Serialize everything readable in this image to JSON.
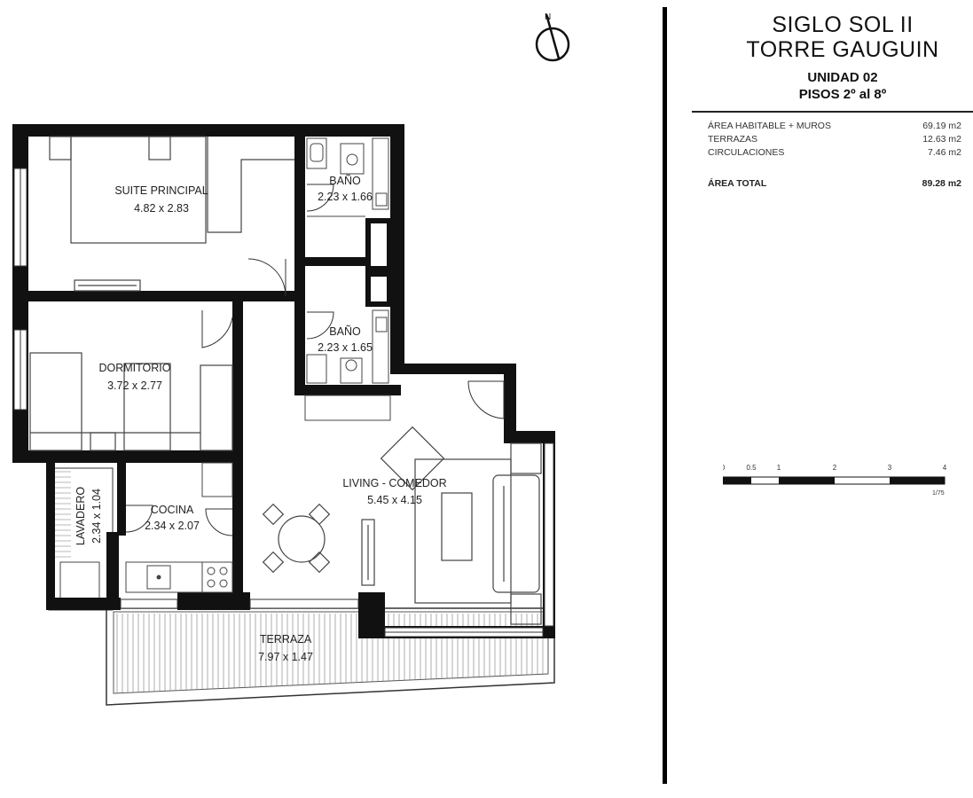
{
  "header": {
    "project": "SIGLO SOL II",
    "tower": "TORRE GAUGUIN",
    "unit": "UNIDAD 02",
    "floors": "PISOS 2º al 8º"
  },
  "areas": [
    {
      "label": "ÁREA HABITABLE + MUROS",
      "value": "69.19 m2"
    },
    {
      "label": "TERRAZAS",
      "value": "12.63 m2"
    },
    {
      "label": "CIRCULACIONES",
      "value": "7.46 m2"
    }
  ],
  "total": {
    "label": "ÁREA TOTAL",
    "value": "89.28 m2"
  },
  "scale_bar": {
    "ticks": [
      "0",
      "0.5",
      "1",
      "2",
      "3",
      "4"
    ],
    "ratio": "1/75"
  },
  "rooms": {
    "suite": {
      "name": "SUITE PRINCIPAL",
      "dims": "4.82 x 2.83"
    },
    "bath1": {
      "name": "BAÑO",
      "dims": "2.23 x 1.66"
    },
    "bath2": {
      "name": "BAÑO",
      "dims": "2.23 x 1.65"
    },
    "bedroom": {
      "name": "DORMITORIO",
      "dims": "3.72 x 2.77"
    },
    "living": {
      "name": "LIVING - COMEDOR",
      "dims": "5.45 x 4.15"
    },
    "kitchen": {
      "name": "COCINA",
      "dims": "2.34 x 2.07"
    },
    "laundry": {
      "name": "LAVADERO",
      "dims": "2.34 x 1.04"
    },
    "terrace": {
      "name": "TERRAZA",
      "dims": "7.97 x 1.47"
    }
  },
  "north_arrow": {
    "letter": "N"
  }
}
